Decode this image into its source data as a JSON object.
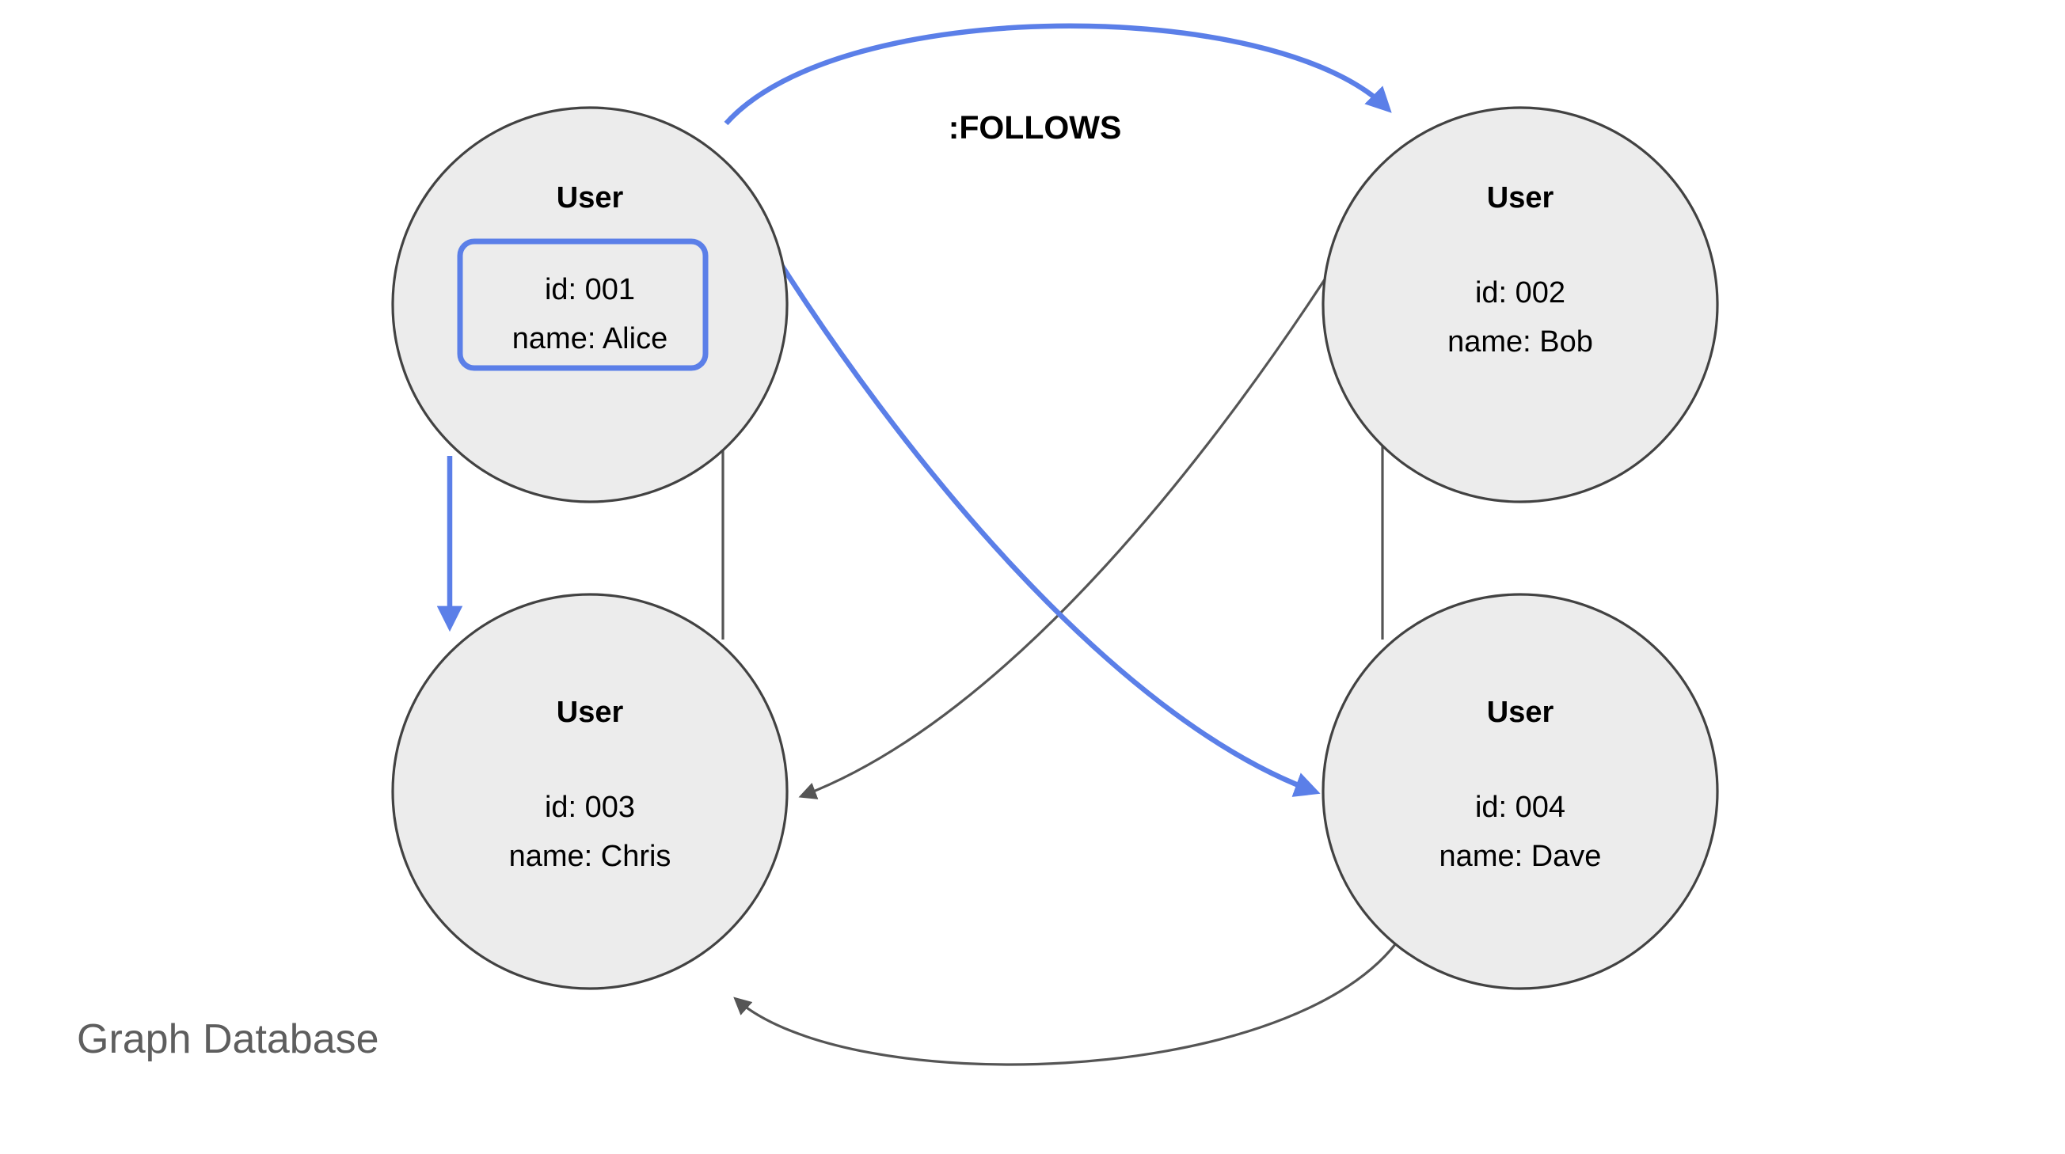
{
  "caption": "Graph Database",
  "colors": {
    "node_fill": "#ececec",
    "node_stroke": "#424242",
    "edge_gray": "#555555",
    "highlight_blue": "#5b7fe8",
    "caption_gray": "#5e5e5e",
    "background": "#ffffff",
    "text": "#000000"
  },
  "graph": {
    "nodes": [
      {
        "key": "alice",
        "label": "User",
        "id_line": "id: 001",
        "name_line": "name: Alice",
        "highlighted": true
      },
      {
        "key": "bob",
        "label": "User",
        "id_line": "id: 002",
        "name_line": "name: Bob",
        "highlighted": false
      },
      {
        "key": "chris",
        "label": "User",
        "id_line": "id: 003",
        "name_line": "name: Chris",
        "highlighted": false
      },
      {
        "key": "dave",
        "label": "User",
        "id_line": "id: 004",
        "name_line": "name: Dave",
        "highlighted": false
      }
    ],
    "relationship_label": ":FOLLOWS",
    "edges": [
      {
        "from": "alice",
        "to": "bob",
        "label": ":FOLLOWS",
        "color": "blue"
      },
      {
        "from": "alice",
        "to": "chris",
        "label": "",
        "color": "blue"
      },
      {
        "from": "alice",
        "to": "dave",
        "label": "",
        "color": "blue"
      },
      {
        "from": "chris",
        "to": "alice",
        "label": "",
        "color": "gray"
      },
      {
        "from": "bob",
        "to": "chris",
        "label": "",
        "color": "gray"
      },
      {
        "from": "dave",
        "to": "bob",
        "label": "",
        "color": "gray"
      },
      {
        "from": "dave",
        "to": "chris",
        "label": "",
        "color": "gray"
      }
    ]
  }
}
